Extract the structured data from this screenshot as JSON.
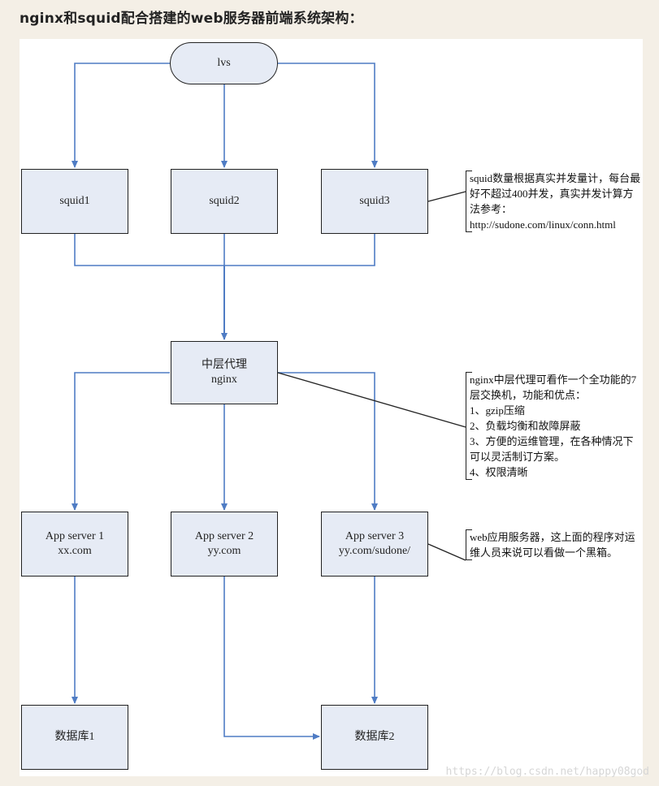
{
  "page": {
    "title": "nginx和squid配合搭建的web服务器前端系统架构："
  },
  "diagram": {
    "lvs": "lvs",
    "squid_nodes": [
      "squid1",
      "squid2",
      "squid3"
    ],
    "middle_proxy": {
      "line1": "中层代理",
      "line2": "nginx"
    },
    "app_servers": [
      {
        "name": "App server 1",
        "host": "xx.com"
      },
      {
        "name": "App server 2",
        "host": "yy.com"
      },
      {
        "name": "App server 3",
        "host": "yy.com/sudone/"
      }
    ],
    "databases": [
      "数据库1",
      "数据库2"
    ],
    "notes": {
      "squid": "squid数量根据真实并发量计，每台最好不超过400并发，真实并发计算方法参考：\nhttp://sudone.com/linux/conn.html",
      "nginx": "nginx中层代理可看作一个全功能的7层交换机，功能和优点：\n1、gzip压缩\n2、负载均衡和故障屏蔽\n3、方便的运维管理，在各种情况下可以灵活制订方案。\n4、权限清晰",
      "app": "web应用服务器，这上面的程序对运维人员来说可以看做一个黑箱。"
    },
    "colors": {
      "arrow": "#4f7cc4",
      "box_fill": "#e6ebf5",
      "border": "#222222"
    }
  },
  "watermark": "https://blog.csdn.net/happy08god"
}
